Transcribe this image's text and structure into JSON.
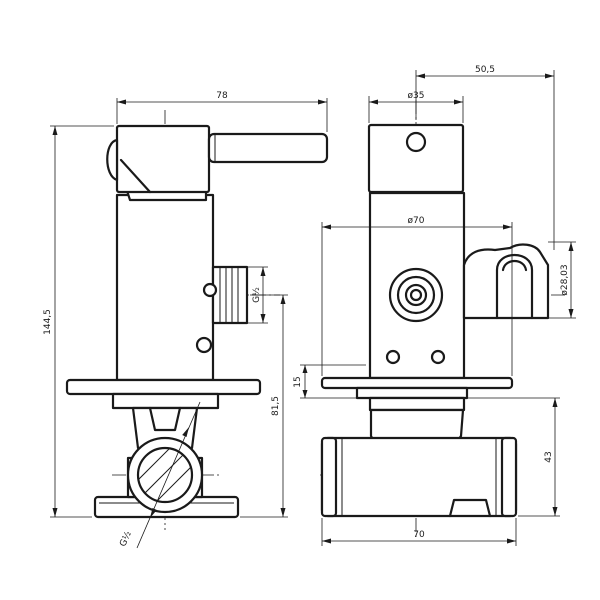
{
  "drawing": {
    "side_view": {
      "dimensions": {
        "width_top": "78",
        "total_height": "144,5",
        "outlet_height": "81,5",
        "outlet_thread": "G½",
        "inlet_thread": "G½"
      }
    },
    "front_view": {
      "dimensions": {
        "body_diameter": "ø35",
        "holder_offset": "50,5",
        "plate_diameter": "ø70",
        "holder_diameter": "ø28,03",
        "plate_thickness": "15",
        "base_height": "43",
        "base_width": "70"
      }
    }
  }
}
